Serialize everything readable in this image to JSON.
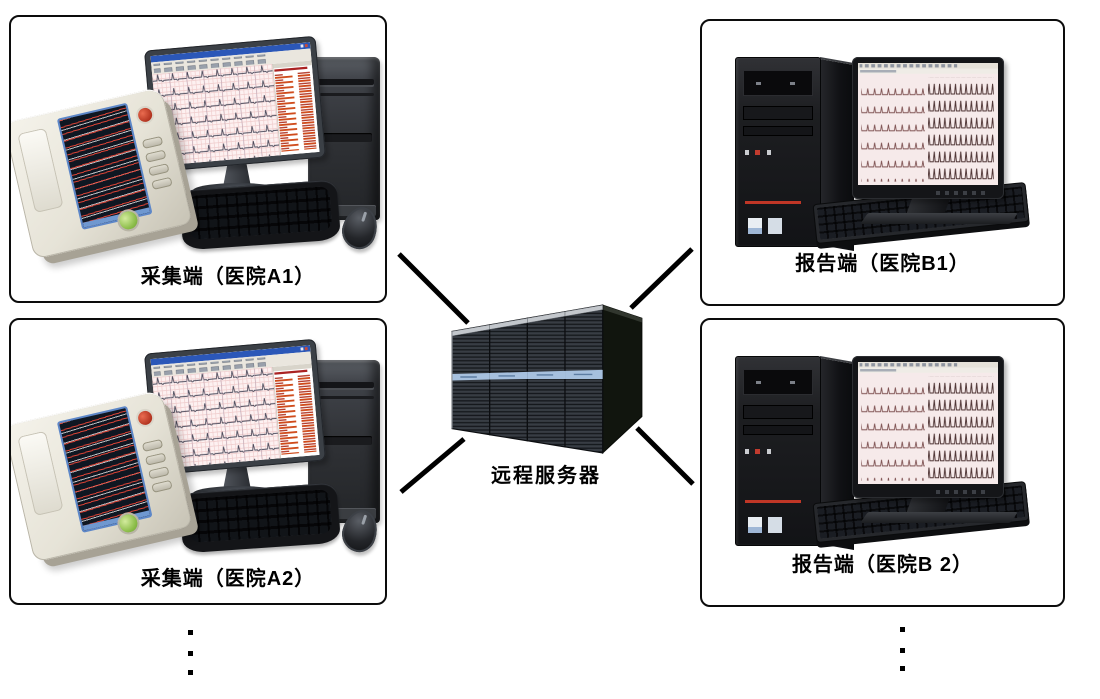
{
  "diagram": {
    "nodes": {
      "collector_a1": {
        "label": "采集端（医院A1）",
        "role": "ECG acquisition workstation"
      },
      "collector_a2": {
        "label": "采集端（医院A2）",
        "role": "ECG acquisition workstation"
      },
      "reporter_b1": {
        "label": "报告端（医院B1）",
        "role": "ECG reporting workstation"
      },
      "reporter_b2": {
        "label": "报告端（医院B 2）",
        "role": "ECG reporting workstation"
      },
      "server": {
        "label": "远程服务器",
        "role": "remote server rack"
      }
    },
    "colors": {
      "connection_line": "#000000",
      "box_border": "#0c0c0c",
      "ecg_grid_pink": "#fdf1f1",
      "server_stripe_blue": "#a6c0de"
    }
  }
}
